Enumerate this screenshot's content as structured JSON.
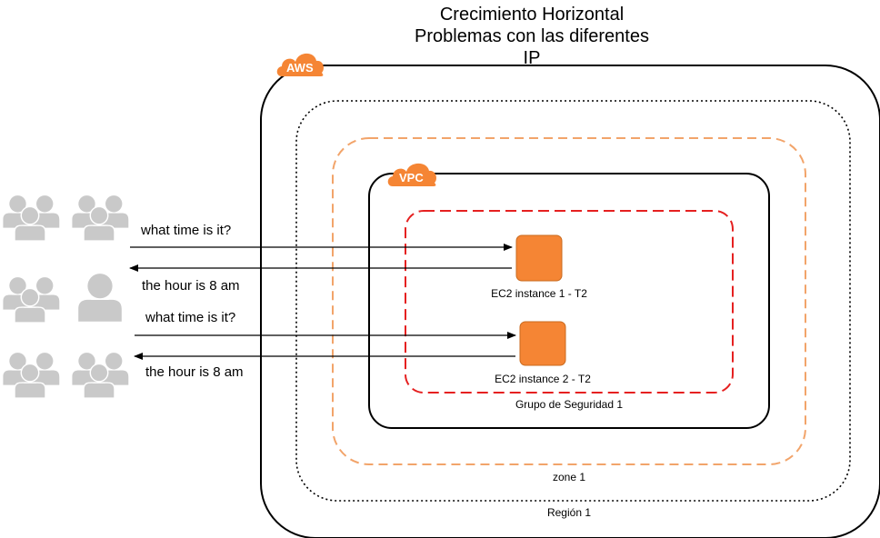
{
  "title": {
    "line1": "Crecimiento Horizontal",
    "line2": "Problemas con las diferentes",
    "line3": "IP"
  },
  "badges": {
    "aws": "AWS",
    "vpc": "VPC"
  },
  "containers": {
    "region_label": "Región 1",
    "zone_label": "zone 1",
    "security_group_label": "Grupo de Seguridad 1"
  },
  "instances": [
    {
      "label": "EC2 instance 1 - T2"
    },
    {
      "label": "EC2 instance 2 - T2"
    }
  ],
  "messages": [
    {
      "text": "what time is it?"
    },
    {
      "text": "the hour is 8 am"
    },
    {
      "text": "what time is it?"
    },
    {
      "text": "the hour is 8 am"
    }
  ],
  "colors": {
    "aws_orange": "#F58534",
    "ec2_orange": "#F58534",
    "security_group_red": "#E52020",
    "zone_orange": "#F2A46A",
    "user_gray": "#C9C9C9"
  },
  "icons": [
    "users-group-icon",
    "user-icon",
    "ec2-instance-icon",
    "aws-cloud-badge-icon",
    "vpc-cloud-badge-icon"
  ]
}
